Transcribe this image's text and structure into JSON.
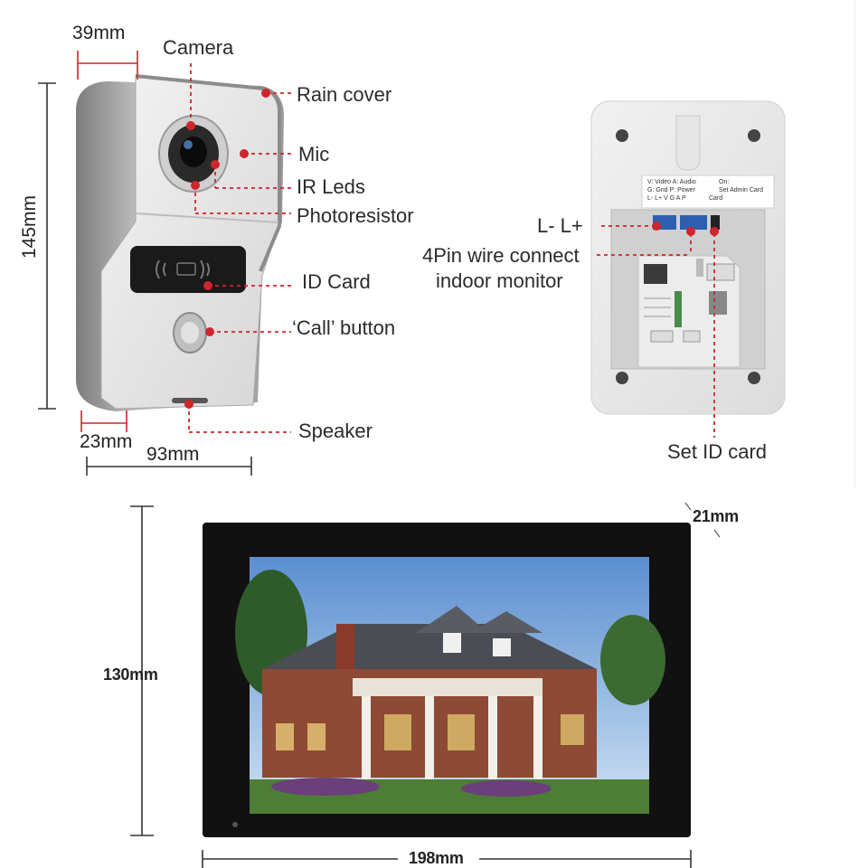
{
  "doorbell_front": {
    "dims": {
      "width_top": "39mm",
      "height": "145mm",
      "depth": "23mm",
      "width_bottom": "93mm"
    },
    "labels": {
      "camera": "Camera",
      "rain_cover": "Rain cover",
      "mic": "Mic",
      "ir_leds": "IR Leds",
      "photoresistor": "Photoresistor",
      "id_card": "ID Card",
      "call_button": "‘Call’ button",
      "speaker": "Speaker"
    }
  },
  "doorbell_back": {
    "labels": {
      "terminals": "L-  L+",
      "wire_line1": "4Pin wire connect",
      "wire_line2": "indoor monitor",
      "set_id_card": "Set ID card"
    },
    "sticker": {
      "row1": "V: Video   A: Audio",
      "row2": "G: Gnd     P: Power",
      "row3": "L-  L+     V G A P",
      "switch_on": "On:",
      "switch_admin": "Set Admin Card",
      "switch_card": "Card"
    }
  },
  "monitor": {
    "dims": {
      "height": "130mm",
      "width": "198mm",
      "depth": "21mm"
    }
  },
  "colors": {
    "callout": "#d0252b",
    "bezel": "#111111",
    "silver": "#d8d8d8"
  }
}
